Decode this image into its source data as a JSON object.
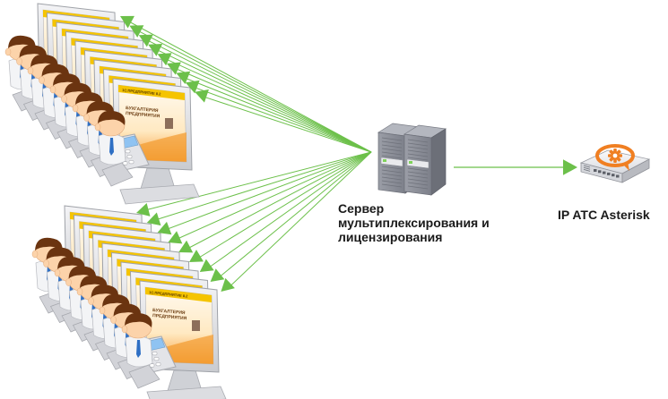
{
  "diagram": {
    "type": "network-topology",
    "nodes": {
      "server": {
        "label_lines": [
          "Сервер",
          "мультиплексирования и",
          "лицензирования"
        ],
        "icon": "server-rack-icon"
      },
      "pbx": {
        "label": "IP ATC Asterisk",
        "icon": "asterisk-pbx-icon"
      },
      "workstation_groups": [
        {
          "name": "group-top",
          "workstations": 9,
          "icon": "operator-workstation-icon",
          "screen_title": "1С:ПРЕДПРИЯТИЕ 8.2",
          "screen_heading": [
            "БУХГАЛТЕРИЯ",
            "ПРЕДПРИЯТИЯ"
          ]
        },
        {
          "name": "group-bottom",
          "workstations": 9,
          "icon": "operator-workstation-icon",
          "screen_title": "1С:ПРЕДПРИЯТИЕ 8.2",
          "screen_heading": [
            "БУХГАЛТЕРИЯ",
            "ПРЕДПРИЯТИЯ"
          ]
        }
      ]
    },
    "edges": [
      {
        "from": "server",
        "to": "group-top",
        "count": 9,
        "arrow": "to"
      },
      {
        "from": "server",
        "to": "group-bottom",
        "count": 9,
        "arrow": "to"
      },
      {
        "from": "server",
        "to": "pbx",
        "count": 1,
        "arrow": "to"
      }
    ],
    "colors": {
      "link": "#6cc04a",
      "server_body": "#8a8d97",
      "asterisk_orange": "#f07f22",
      "screen_bar": "#f5c400",
      "hair": "#6b3410",
      "skin": "#fcd3aa",
      "tie": "#2e6fc4"
    }
  }
}
